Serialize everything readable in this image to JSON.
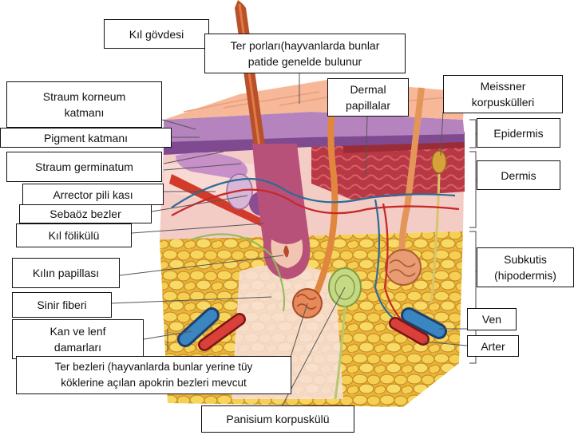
{
  "labels": {
    "kil_govdesi": "Kıl gövdesi",
    "ter_porlari_1": "Ter porları(hayvanlarda bunlar",
    "ter_porlari_2": "patide genelde bulunur",
    "straum_korneum_1": "Straum korneum",
    "straum_korneum_2": "katmanı",
    "pigment": "Pigment katmanı",
    "straum_germinatum": "Straum germinatum",
    "arrector": "Arrector pili kası",
    "sebaoz": "Sebaöz bezler",
    "kil_folikulu": "Kıl fölikülü",
    "kilin_papillasi": "Kılın papillası",
    "sinir_fiberi": "Sinir fiberi",
    "kan_lenf_1": "Kan ve lenf",
    "kan_lenf_2": "damarları",
    "ter_bezleri_1": "Ter bezleri (hayvanlarda bunlar yerine tüy",
    "ter_bezleri_2": "köklerine açılan apokrin bezleri mevcut",
    "panisium": "Panisium korpuskülü",
    "dermal_1": "Dermal",
    "dermal_2": "papillalar",
    "meissner_1": "Meissner",
    "meissner_2": "korpuskülleri",
    "epidermis": "Epidermis",
    "dermis": "Dermis",
    "subkutis_1": "Subkutis",
    "subkutis_2": "(hipodermis)",
    "ven": "Ven",
    "arter": "Arter"
  },
  "colors": {
    "epidermis_surface": "#f6b9a0",
    "stratum_purple": "#b07ab8",
    "dermis_pink": "#f2c6c0",
    "dermis_red": "#b0323c",
    "fat_yellow": "#f2c64a",
    "hair_brown": "#b5532e",
    "vein_blue": "#2d6b96",
    "artery_red": "#c62828",
    "nerve_green": "#c9d98a"
  }
}
